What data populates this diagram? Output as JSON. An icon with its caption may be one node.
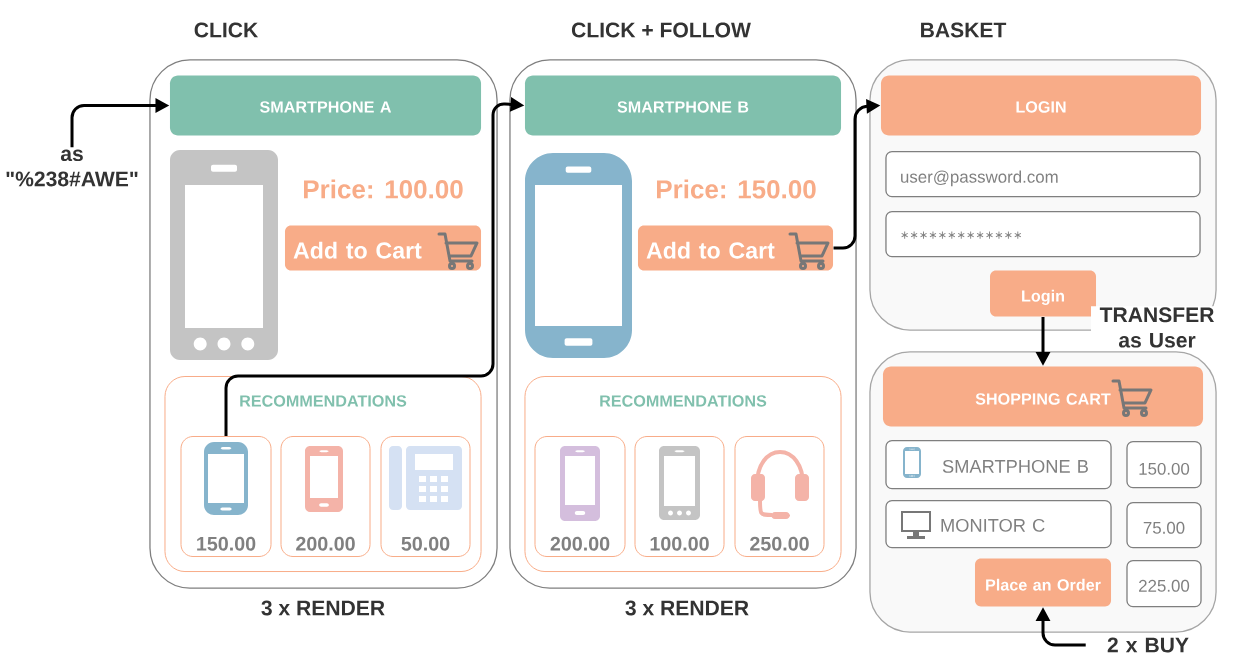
{
  "diagram": {
    "nodes": [
      {
        "text": [
          "as \"%238#AWE\""
        ]
      },
      {
        "text": [
          "CLICK"
        ],
        "beside": [
          "3 x RENDER"
        ]
      },
      {
        "text": [
          "SMARTPHONE A"
        ],
        "in": 1
      },
      {
        "text": [
          "Add to Cart"
        ],
        "in": 1
      },
      {
        "text": [
          "RECOMMENDATIONS"
        ],
        "in": 1
      },
      {
        "text": [
          "150.00"
        ],
        "in": 4
      },
      {
        "text": [
          "200.00"
        ],
        "in": 4
      },
      {
        "text": [
          "50.00"
        ],
        "in": 4
      },
      {
        "text": [
          "CLICK + FOLLOW"
        ],
        "beside": [
          "3 x RENDER"
        ]
      },
      {
        "text": [
          "SMARTPHONE B"
        ],
        "in": 8
      },
      {
        "text": [
          "Add to Cart"
        ],
        "in": 8
      },
      {
        "text": [
          "RECOMMENDATIONS"
        ],
        "in": 8
      },
      {
        "text": [
          "200.00"
        ],
        "in": 11
      },
      {
        "text": [
          "100.00"
        ],
        "in": 11
      },
      {
        "text": [
          "250.00"
        ],
        "in": 11
      },
      {
        "text": [
          "BASKET"
        ]
      },
      {
        "text": [
          "LOGIN"
        ],
        "in": 15
      },
      {
        "text": [
          "user@password.com"
        ],
        "in": 15
      },
      {
        "text": [
          "∗∗∗∗∗∗∗∗∗∗∗∗∗"
        ],
        "in": 15
      },
      {
        "text": [
          "Login"
        ],
        "in": 15
      },
      {
        "text": [],
        "shape": "box"
      },
      {
        "text": [
          "SHOPPING CART"
        ],
        "in": 20
      },
      {
        "text": [
          "SMARTPHONE B"
        ],
        "in": 20
      },
      {
        "text": [
          "150.00"
        ],
        "in": 20
      },
      {
        "text": [
          "MONITOR C"
        ],
        "in": 20
      },
      {
        "text": [
          "75.00"
        ],
        "in": 20
      },
      {
        "text": [
          "Place an Order"
        ],
        "in": 20
      },
      {
        "text": [
          "225.00"
        ],
        "in": 20
      },
      {
        "text": [
          "2 x BUY"
        ]
      }
    ],
    "edges": [
      {
        "from": 0,
        "to": 2,
        "arrow": "to"
      },
      {
        "from": 5,
        "to": 9,
        "arrow": "to"
      },
      {
        "from": 10,
        "to": 16,
        "arrow": "to"
      },
      {
        "from": 19,
        "to": 21,
        "arrow": "to",
        "label": "TRANSFER as User"
      },
      {
        "from": 28,
        "to": 26,
        "arrow": "to"
      }
    ],
    "labels": [
      "Price: 100.00",
      "Price: 150.00"
    ]
  }
}
